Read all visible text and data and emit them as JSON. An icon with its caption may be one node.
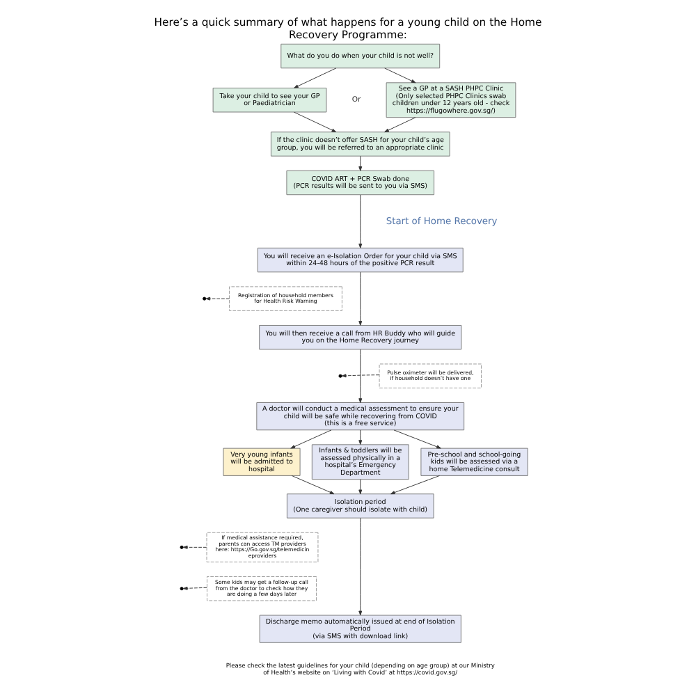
{
  "diagram": {
    "title": "Here’s a quick summary of what happens for a young child on the Home Recovery Programme:",
    "caption": "Please check the latest guidelines for your child (depending on age group) at our Ministry of Health’s website on ‘Living with Covid’ at https://covid.gov.sg/",
    "nodes": [
      {
        "text": [
          "What do you do when your child is not well?"
        ]
      },
      {
        "text": [
          "Take your child to see your GP or Paediatrician"
        ]
      },
      {
        "text": [
          "See a GP at a SASH PHPC Clinic",
          "(Only selected PHPC Clinics swab children under 12 years old - check https://flugowhere.gov.sg/)"
        ]
      },
      {
        "text": [
          "If the clinic doesn’t offer SASH for your child’s age group, you will be referred to an appropriate clinic"
        ]
      },
      {
        "text": [
          "COVID ART + PCR Swab done",
          "(PCR results will be sent to you via SMS)"
        ]
      },
      {
        "text": [
          "You will receive an e-Isolation Order for your child via SMS within 24-48 hours of the positive PCR result"
        ]
      },
      {
        "text": [
          "Registration of household members for Health Risk Warning"
        ]
      },
      {
        "text": [
          "You will then receive a call from HR Buddy who will guide you on the Home Recovery journey"
        ]
      },
      {
        "text": [
          "Pulse oximeter will be delivered, if household doesn’t have one"
        ]
      },
      {
        "text": [
          "A doctor will conduct a medical assessment to ensure your child will be safe while recovering from COVID",
          "(this is a free service)"
        ]
      },
      {
        "text": [
          "Very young infants will be admitted to hospital"
        ]
      },
      {
        "text": [
          "Infants & toddlers will be assessed physically in a hospital’s Emergency Department"
        ]
      },
      {
        "text": [
          "Pre-school and school-going kids will be assessed via a home Telemedicine consult"
        ]
      },
      {
        "text": [
          "Isolation period",
          "(One caregiver should isolate with child)"
        ]
      },
      {
        "text": [
          "If medical assistance required, parents can access TM providers here: https://Go.gov.sg/telemedicineproviders"
        ]
      },
      {
        "text": [
          "Some kids may get a follow-up call from the doctor to check how they are doing a few days later"
        ]
      },
      {
        "text": [
          "Discharge memo automatically issued at end of Isolation Period",
          "(via SMS with download link)"
        ]
      }
    ],
    "edges": [
      {
        "from": 0,
        "to": 1,
        "arrow": "to"
      },
      {
        "from": 0,
        "to": 2,
        "arrow": "to"
      },
      {
        "from": 1,
        "to": 3,
        "arrow": "to"
      },
      {
        "from": 2,
        "to": 3,
        "arrow": "to"
      },
      {
        "from": 3,
        "to": 4,
        "arrow": "to"
      },
      {
        "from": 4,
        "to": 5,
        "arrow": "to"
      },
      {
        "from": 5,
        "to": 7,
        "arrow": "to"
      },
      {
        "from": 6,
        "to": null,
        "arrow": "to",
        "style": "dashed"
      },
      {
        "from": 7,
        "to": 9,
        "arrow": "to"
      },
      {
        "from": 8,
        "to": null,
        "arrow": "to",
        "style": "dashed"
      },
      {
        "from": 9,
        "to": 10,
        "arrow": "to"
      },
      {
        "from": 9,
        "to": 11,
        "arrow": "to"
      },
      {
        "from": 9,
        "to": 12,
        "arrow": "to"
      },
      {
        "from": 10,
        "to": 13,
        "arrow": "to"
      },
      {
        "from": 11,
        "to": 13,
        "arrow": "to"
      },
      {
        "from": 12,
        "to": 13,
        "arrow": "to"
      },
      {
        "from": 13,
        "to": 16,
        "arrow": "to"
      },
      {
        "from": 14,
        "to": null,
        "arrow": "to",
        "style": "dashed"
      },
      {
        "from": 15,
        "to": null,
        "arrow": "to",
        "style": "dashed"
      }
    ],
    "labels": [
      "Or",
      "Start of Home Recovery"
    ]
  }
}
